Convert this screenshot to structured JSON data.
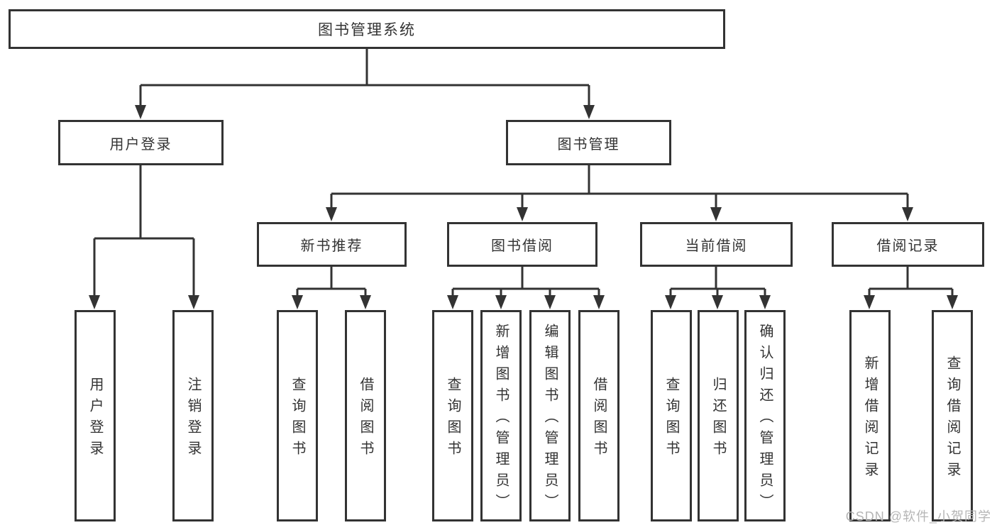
{
  "colors": {
    "line": "#333333",
    "box_border": "#333333",
    "text": "#333333",
    "background": "#ffffff",
    "watermark": "#b5b5b5"
  },
  "diagram": {
    "root": {
      "label": "图书管理系统"
    },
    "branches": [
      {
        "label": "用户登录",
        "leaves": [
          {
            "label": "用户登录"
          },
          {
            "label": "注销登录"
          }
        ]
      },
      {
        "label": "图书管理",
        "groups": [
          {
            "label": "新书推荐",
            "leaves": [
              {
                "label": "查询图书"
              },
              {
                "label": "借阅图书"
              }
            ]
          },
          {
            "label": "图书借阅",
            "leaves": [
              {
                "label": "查询图书"
              },
              {
                "label": "新增图书（管理员）"
              },
              {
                "label": "编辑图书（管理员）"
              },
              {
                "label": "借阅图书"
              }
            ]
          },
          {
            "label": "当前借阅",
            "leaves": [
              {
                "label": "查询图书"
              },
              {
                "label": "归还图书"
              },
              {
                "label": "确认归还（管理员）"
              }
            ]
          },
          {
            "label": "借阅记录",
            "leaves": [
              {
                "label": "新增借阅记录"
              },
              {
                "label": "查询借阅记录"
              }
            ]
          }
        ]
      }
    ]
  },
  "watermark": {
    "text": "CSDN @软件_小贺同学"
  }
}
